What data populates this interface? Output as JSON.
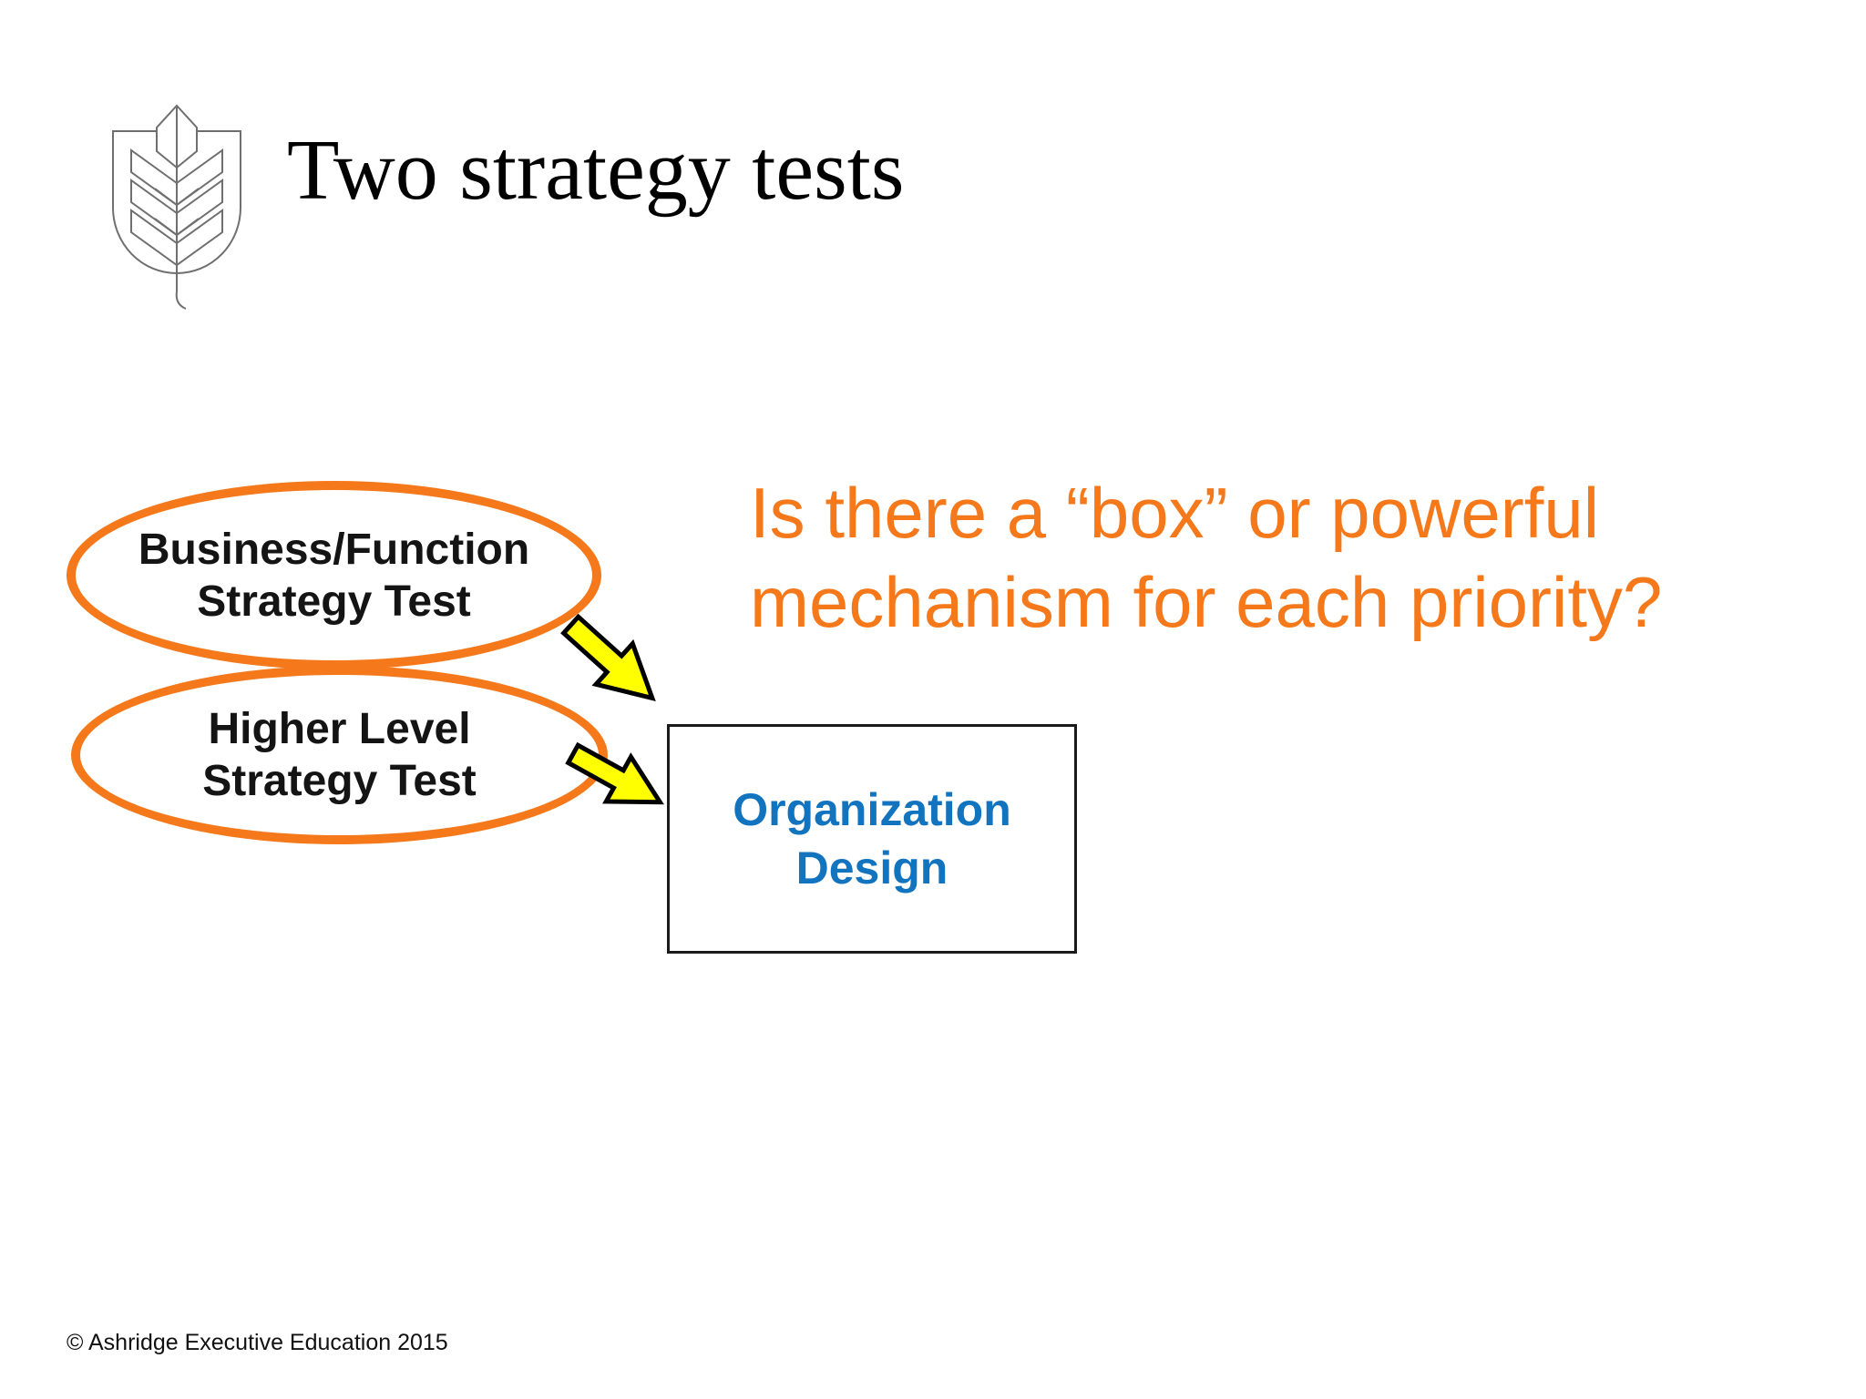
{
  "slide": {
    "title": "Two strategy tests",
    "footer": "© Ashridge Executive Education 2015"
  },
  "logo": {
    "icon": "ashridge-shield-wheat-emblem"
  },
  "diagram": {
    "ellipse1": {
      "line1": "Business/Function",
      "line2": "Strategy Test"
    },
    "ellipse2": {
      "line1": "Higher Level",
      "line2": "Strategy Test"
    },
    "question": {
      "line1": "Is there a “box” or powerful",
      "line2": "mechanism for each priority?"
    },
    "box": {
      "line1": "Organization",
      "line2": "Design"
    },
    "colors": {
      "orange": "#F5791B",
      "box_blue": "#1273BE",
      "box_border": "#1A1A1A",
      "arrow_yellow": "#FFFF00",
      "arrow_outline": "#000000",
      "text_black": "#141414"
    }
  }
}
